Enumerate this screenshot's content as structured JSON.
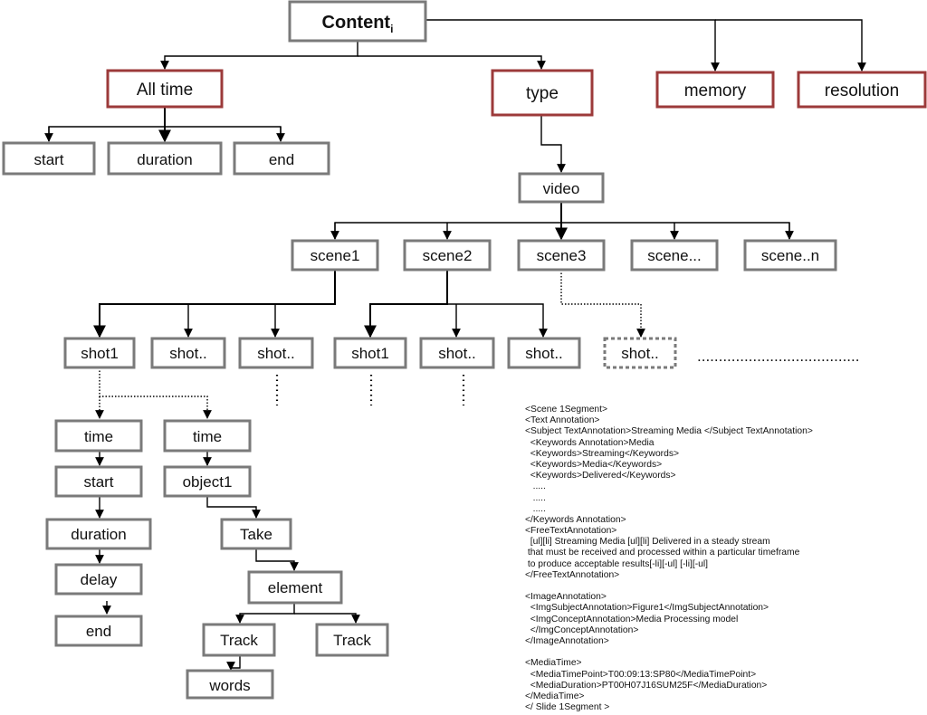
{
  "root": {
    "label": "Content",
    "subscript": "i"
  },
  "attributes": {
    "all_time": "All time",
    "type": "type",
    "memory": "memory",
    "resolution": "resolution"
  },
  "all_time_children": {
    "start": "start",
    "duration": "duration",
    "end": "end"
  },
  "video": "video",
  "scenes": {
    "scene1": "scene1",
    "scene2": "scene2",
    "scene3": "scene3",
    "scene_more": "scene...",
    "scene_n": "scene..n"
  },
  "shots": {
    "s1_shot1": "shot1",
    "s1_shot2": "shot..",
    "s1_shot3": "shot..",
    "s2_shot1": "shot1",
    "s2_shot2": "shot..",
    "s2_shot3": "shot..",
    "s3_shot": "shot..",
    "continuation": "......................................"
  },
  "shot1_left": {
    "time": "time",
    "start": "start",
    "duration": "duration",
    "delay": "delay",
    "end": "end"
  },
  "shot1_right": {
    "time": "time",
    "object1": "object1",
    "take": "Take",
    "element": "element",
    "track1": "Track",
    "track2": "Track",
    "words": "words"
  },
  "xml_lines": [
    "<Scene 1Segment>",
    "<Text Annotation>",
    "<Subject TextAnnotation>Streaming Media </Subject TextAnnotation>",
    "  <Keywords Annotation>Media",
    "  <Keywords>Streaming</Keywords>",
    "  <Keywords>Media</Keywords>",
    "  <Keywords>Delivered</Keywords>",
    "   .....",
    "   .....",
    "   .....",
    "</Keywords Annotation>",
    "<FreeTextAnnotation>",
    "  [ul][li] Streaming Media [ul][li] Delivered in a steady stream",
    " that must be received and processed within a particular timeframe",
    " to produce acceptable results[-li][-ul] [-li][-ul]",
    "</FreeTextAnnotation>",
    "",
    "<ImageAnnotation>",
    "  <ImgSubjectAnnotation>Figure1</ImgSubjectAnnotation>",
    "  <ImgConceptAnnotation>Media Processing model",
    "  </ImgConceptAnnotation>",
    "</ImageAnnotation>",
    "",
    "<MediaTime>",
    "  <MediaTimePoint>T00:09:13:SP80</MediaTimePoint>",
    "  <MediaDuration>PT00H07J16SUM25F</MediaDuration>",
    "</MediaTime>",
    "</ Slide 1Segment >"
  ],
  "colors": {
    "gray_box": "#7a7a7a",
    "red_box": "#9c3a3a",
    "line": "#000000"
  }
}
